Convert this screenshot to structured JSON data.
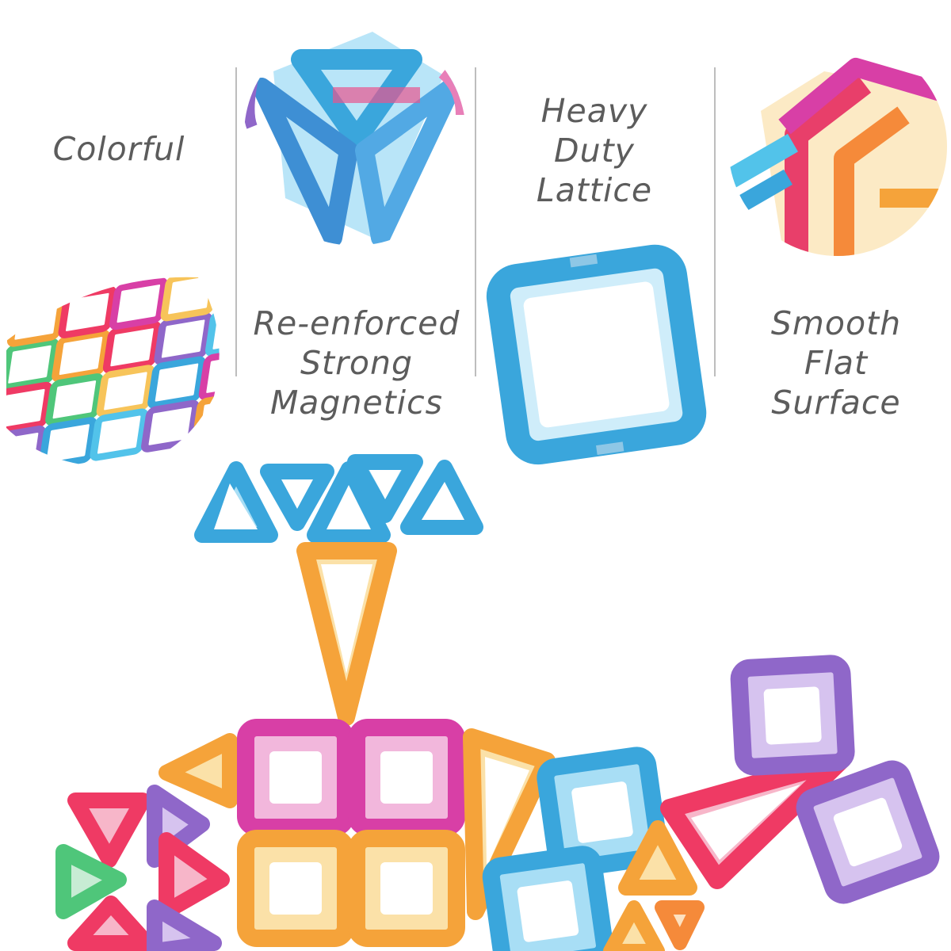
{
  "features": [
    {
      "id": "colorful",
      "lines": [
        "Colorful"
      ]
    },
    {
      "id": "heavy-duty-lattice",
      "lines": [
        "Heavy",
        "Duty",
        "Lattice"
      ]
    },
    {
      "id": "re-enforced-strong-magnetics",
      "lines": [
        "Re-enforced",
        "Strong",
        "Magnetics"
      ]
    },
    {
      "id": "smooth-flat-surface",
      "lines": [
        "Smooth",
        "Flat",
        "Surface"
      ]
    }
  ],
  "colors": {
    "text": "#5c5c5c",
    "divider": "#bdbdbd",
    "blue": "#3aa6dc",
    "cyan": "#52c3ea",
    "orange": "#f5a33a",
    "yellow": "#f7c45a",
    "magenta": "#d83fa6",
    "purple": "#8f67c9",
    "red": "#ef3a64",
    "green": "#4fc67a"
  }
}
